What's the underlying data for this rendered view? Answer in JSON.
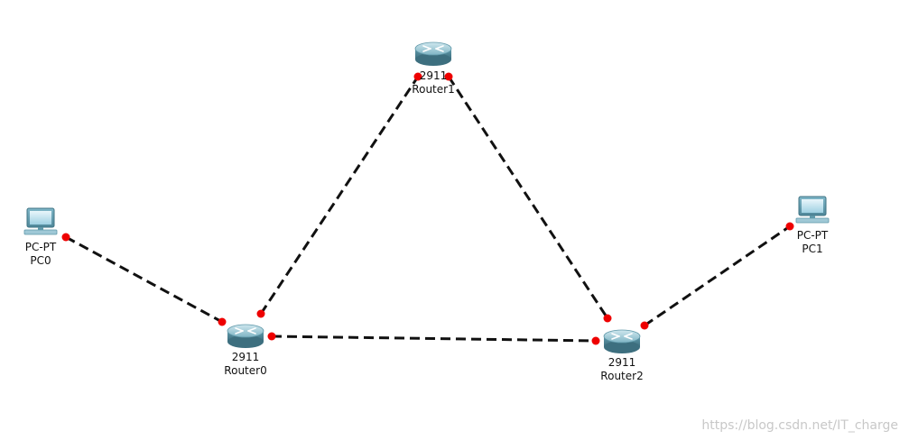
{
  "topology": {
    "devices": [
      {
        "id": "pc0",
        "model": "PC-PT",
        "name": "PC0",
        "kind": "pc",
        "icon": "pc-icon"
      },
      {
        "id": "pc1",
        "model": "PC-PT",
        "name": "PC1",
        "kind": "pc",
        "icon": "pc-icon"
      },
      {
        "id": "router0",
        "model": "2911",
        "name": "Router0",
        "kind": "router",
        "icon": "router-icon"
      },
      {
        "id": "router1",
        "model": "2911",
        "name": "Router1",
        "kind": "router",
        "icon": "router-icon"
      },
      {
        "id": "router2",
        "model": "2911",
        "name": "Router2",
        "kind": "router",
        "icon": "router-icon"
      }
    ],
    "links": [
      {
        "from": "pc0",
        "to": "router0"
      },
      {
        "from": "router0",
        "to": "router1"
      },
      {
        "from": "router0",
        "to": "router2"
      },
      {
        "from": "router1",
        "to": "router2"
      },
      {
        "from": "router2",
        "to": "pc1"
      }
    ],
    "link_style": "dashed",
    "port_color": "#ee0000"
  },
  "watermark": "https://blog.csdn.net/IT_charge"
}
